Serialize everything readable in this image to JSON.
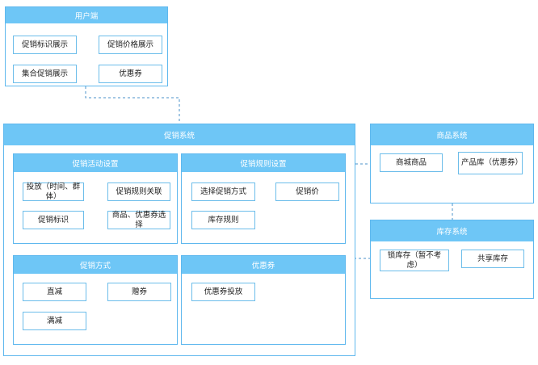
{
  "user_end": {
    "title": "用户端",
    "items": [
      "促销标识展示",
      "促销价格展示",
      "集合促销展示",
      "优惠券"
    ]
  },
  "promo_system": {
    "title": "促销系统",
    "activity": {
      "title": "促销活动设置",
      "items": [
        "投放（时间、群体）",
        "促销规则关联",
        "促销标识",
        "商品、优惠券选择"
      ]
    },
    "rule": {
      "title": "促销规则设置",
      "items": [
        "选择促销方式",
        "促销价",
        "库存规则"
      ]
    },
    "method": {
      "title": "促销方式",
      "items": [
        "直减",
        "赠券",
        "满减"
      ]
    },
    "coupon": {
      "title": "优惠券",
      "items": [
        "优惠券投放"
      ]
    }
  },
  "goods_system": {
    "title": "商品系统",
    "items": [
      "商城商品",
      "产品库（优惠券）"
    ]
  },
  "stock_system": {
    "title": "库存系统",
    "items": [
      "锁库存（暂不考虑）",
      "共享库存"
    ]
  },
  "colors": {
    "header": "#6ec6f6",
    "border": "#5fb8ee",
    "connector": "#4a90c8"
  }
}
